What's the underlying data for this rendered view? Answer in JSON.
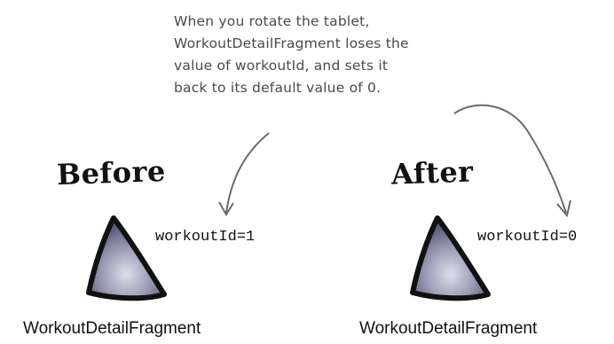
{
  "annotation": {
    "lines": [
      "When you rotate the tablet,",
      "WorkoutDetailFragment loses the",
      "value of workoutId, and sets it",
      "back to its default value of 0."
    ]
  },
  "before": {
    "title": "Before",
    "value_label": "workoutId=1",
    "caption": "WorkoutDetailFragment"
  },
  "after": {
    "title": "After",
    "value_label": "workoutId=0",
    "caption": "WorkoutDetailFragment"
  },
  "colors": {
    "annotation_text": "#4a4a4a",
    "arrow": "#6b6b6b",
    "triangle_fill": "#8a8aa6",
    "triangle_outline": "#111111"
  }
}
